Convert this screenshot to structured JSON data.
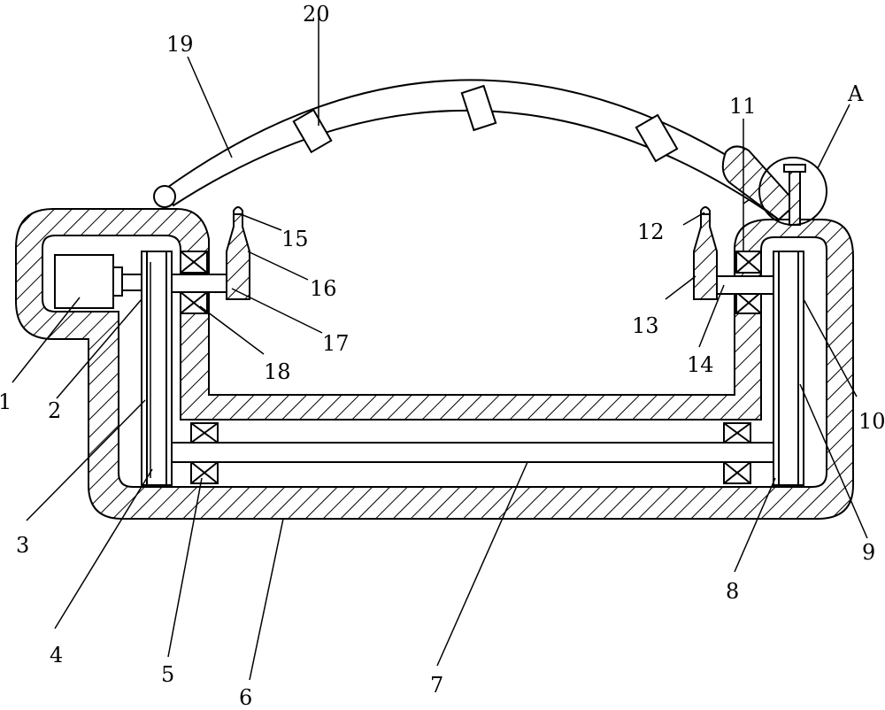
{
  "labels": {
    "l1": "1",
    "l2": "2",
    "l3": "3",
    "l4": "4",
    "l5": "5",
    "l6": "6",
    "l7": "7",
    "l8": "8",
    "l9": "9",
    "l10": "10",
    "l11": "11",
    "l12": "12",
    "l13": "13",
    "l14": "14",
    "l15": "15",
    "l16": "16",
    "l17": "17",
    "l18": "18",
    "l19": "19",
    "l20": "20",
    "lA": "A"
  }
}
